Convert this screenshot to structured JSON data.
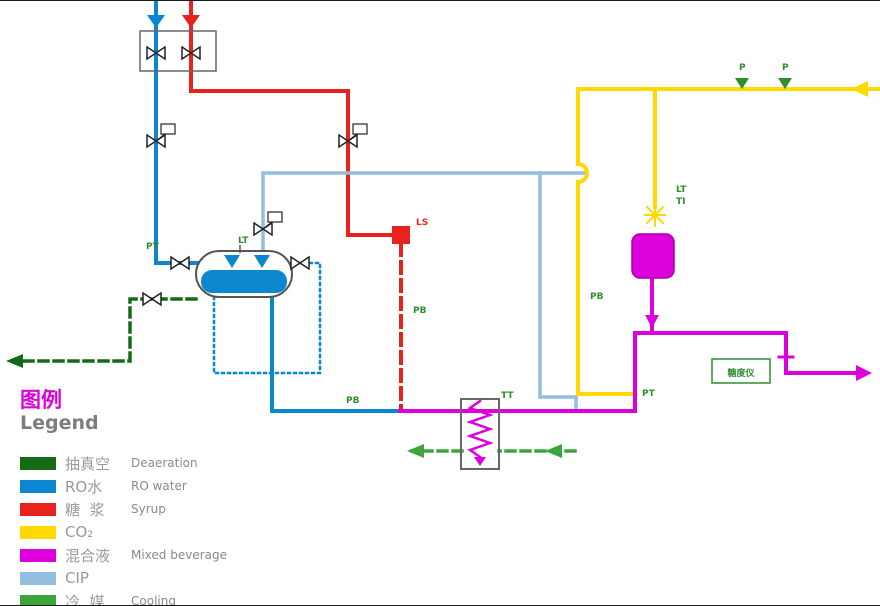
{
  "colors": {
    "deaeration": "#156a15",
    "ro": "#0a87cf",
    "syrup": "#e8231d",
    "co2": "#ffd900",
    "mixed": "#dd00dd",
    "cip": "#93bedf",
    "cooling": "#3aa53a",
    "instrument": "#2f8f2f",
    "outline": "#666666"
  },
  "legend": {
    "title_zh": "图例",
    "title_en": "Legend",
    "items": [
      {
        "zh": "抽真空",
        "en": "Deaeration",
        "color_key": "deaeration"
      },
      {
        "zh": "RO水",
        "en": "RO water",
        "color_key": "ro"
      },
      {
        "zh": "糖  浆",
        "en": "Syrup",
        "color_key": "syrup"
      },
      {
        "zh": "CO₂",
        "en": "",
        "color_key": "co2"
      },
      {
        "zh": "混合液",
        "en": "Mixed beverage",
        "color_key": "mixed"
      },
      {
        "zh": "CIP",
        "en": "",
        "color_key": "cip"
      },
      {
        "zh": "冷  媒",
        "en": "Cooling",
        "color_key": "cooling"
      }
    ]
  },
  "instruments": {
    "pt_ro_water": "PT",
    "lt_deaerator": "LT",
    "ls_syrup": "LS",
    "pb_syrup_pump": "PB",
    "pb_co2": "PB",
    "pb_ro_pump": "PB",
    "tt_heat_exchanger": "TT",
    "pt_mixed": "PT",
    "lt_carbonator": "LT",
    "ti_carbonator": "TI",
    "p_co2_gauge_1": "P",
    "p_co2_gauge_2": "P",
    "brix_meter_label": "糖度仪"
  }
}
